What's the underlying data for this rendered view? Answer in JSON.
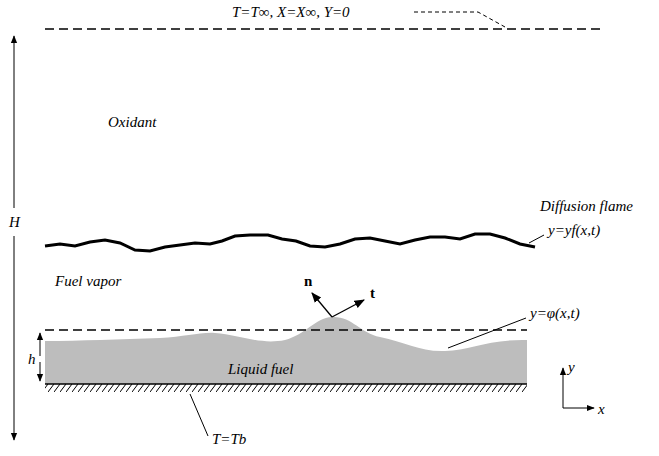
{
  "diagram": {
    "labels": [
      "T=T∞, X=X∞, Y=0",
      "Oxidant",
      "H",
      "Diffusion flame",
      "y=yf(x,t)",
      "Fuel vapor",
      "n",
      "t",
      "y=φ(x,t)",
      "h",
      "Liquid fuel",
      "y",
      "x",
      "T=Tb"
    ]
  }
}
